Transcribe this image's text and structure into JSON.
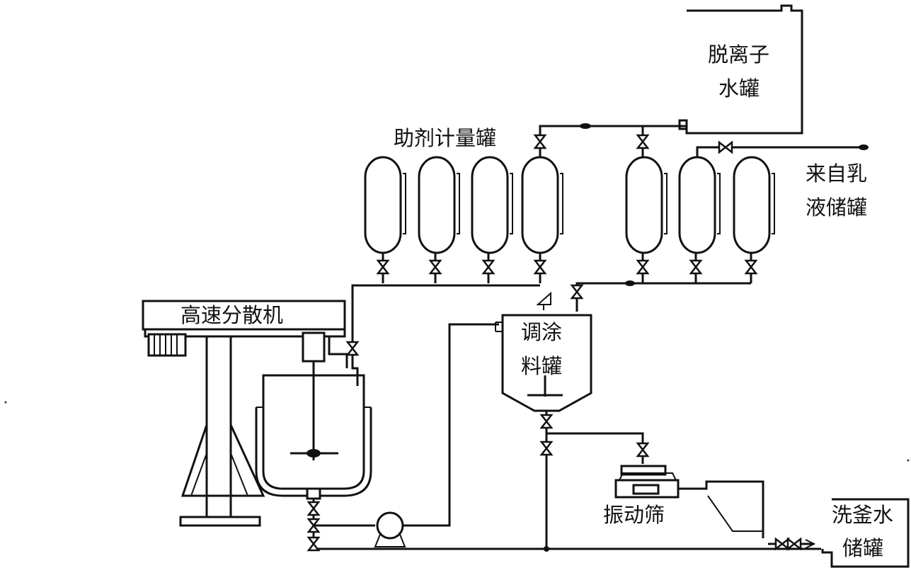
{
  "labels": {
    "deionized_water_tank": [
      "脱离子",
      "水罐"
    ],
    "additive_metering_tank": "助剂计量罐",
    "from_emulsion_tank": [
      "来自乳",
      "液储罐"
    ],
    "high_speed_disperser": "高速分散机",
    "coating_mix_tank": [
      "调涂",
      "料罐"
    ],
    "vibrating_screen": "振动筛",
    "kettle_wash_water_tank": [
      "洗釜水",
      "储罐"
    ]
  }
}
